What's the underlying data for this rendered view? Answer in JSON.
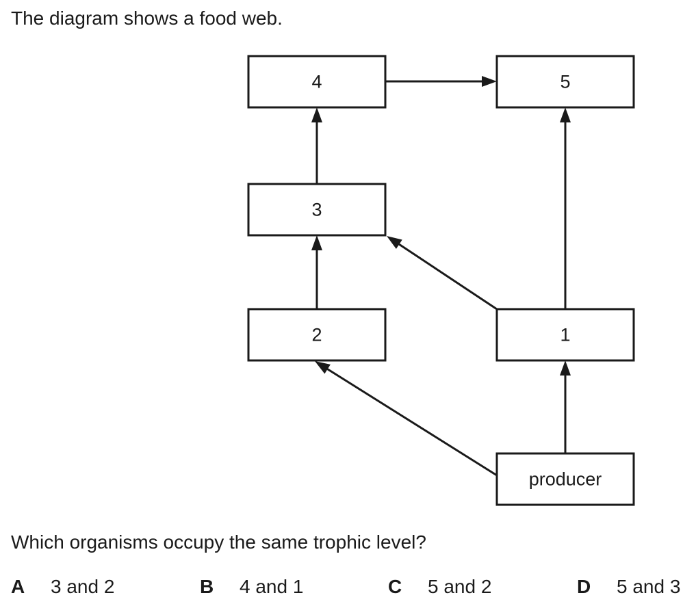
{
  "intro": "The diagram shows a food web.",
  "diagram": {
    "nodes": [
      {
        "id": "4",
        "label": "4"
      },
      {
        "id": "5",
        "label": "5"
      },
      {
        "id": "3",
        "label": "3"
      },
      {
        "id": "2",
        "label": "2"
      },
      {
        "id": "1",
        "label": "1"
      },
      {
        "id": "producer",
        "label": "producer"
      }
    ],
    "edges": [
      {
        "from": "4",
        "to": "5"
      },
      {
        "from": "3",
        "to": "4"
      },
      {
        "from": "1",
        "to": "5"
      },
      {
        "from": "1",
        "to": "3"
      },
      {
        "from": "2",
        "to": "3"
      },
      {
        "from": "producer",
        "to": "1"
      },
      {
        "from": "producer",
        "to": "2"
      }
    ]
  },
  "question": "Which organisms occupy the same trophic level?",
  "options": [
    {
      "letter": "A",
      "text": "3 and 2"
    },
    {
      "letter": "B",
      "text": "4 and 1"
    },
    {
      "letter": "C",
      "text": "5 and 2"
    },
    {
      "letter": "D",
      "text": "5 and 3"
    }
  ]
}
